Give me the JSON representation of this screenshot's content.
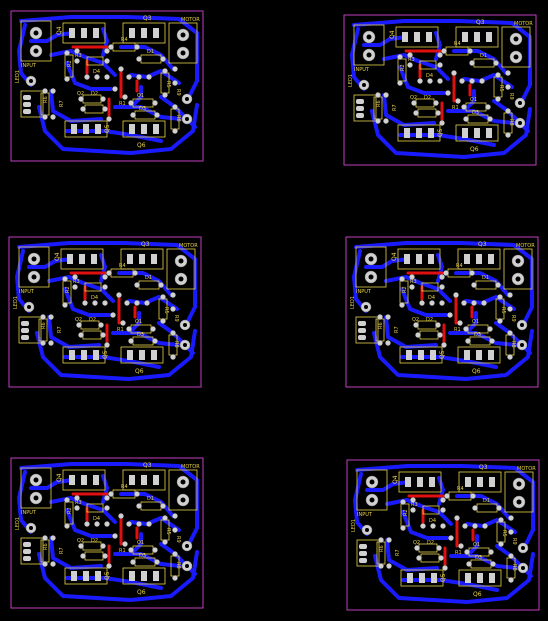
{
  "colors": {
    "background": "#000000",
    "board_outline": "#c040c0",
    "trace": "#1a1aff",
    "jumper": "#e01010",
    "silkscreen": "#e8d24a",
    "pad": "#d0d0d0"
  },
  "labels": {
    "motor": "MOTOR",
    "input": "INPUT",
    "led": "LED1",
    "q1": "Q1",
    "q2": "Q2",
    "q3": "Q3",
    "q4": "Q4",
    "q5": "Q5",
    "q6": "Q6",
    "d1": "D1",
    "d2": "D2",
    "d3": "D3",
    "d4": "D4",
    "r1": "R1",
    "r2": "R2",
    "r3": "R3",
    "r4": "R4",
    "r5": "R5",
    "r6": "R6",
    "r7": "R7",
    "r8": "R8",
    "r9": "R9"
  },
  "boards": [
    {
      "id": "board-1"
    },
    {
      "id": "board-2"
    },
    {
      "id": "board-3"
    },
    {
      "id": "board-4"
    },
    {
      "id": "board-5"
    },
    {
      "id": "board-6"
    }
  ]
}
